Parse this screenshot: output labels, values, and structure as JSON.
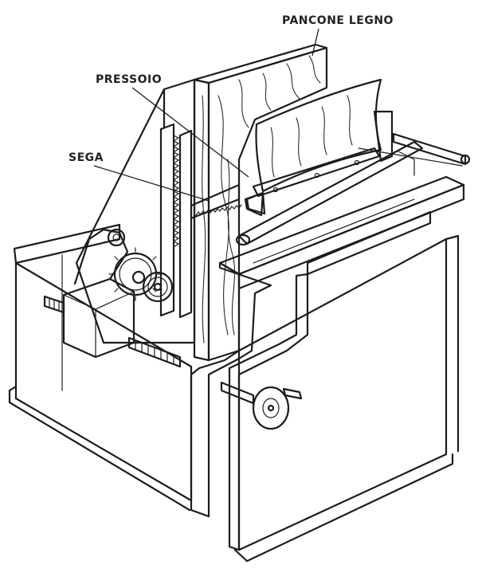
{
  "labels": {
    "board": "PANCONE LEGNO",
    "press": "PRESSOIO",
    "saw": "SEGA"
  },
  "colors": {
    "ink": "#1c1c1c",
    "paper": "#ffffff",
    "cut_section": "#e8e8e8"
  }
}
